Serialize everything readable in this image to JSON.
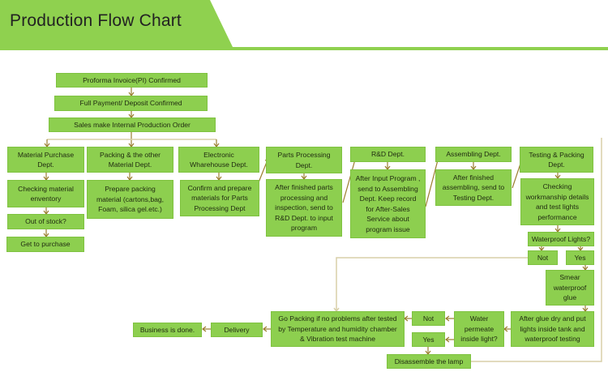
{
  "header": {
    "title": "Production Flow Chart",
    "accent_color": "#8fd14f",
    "connector_color": "#9a7d2e"
  },
  "nodes": [
    {
      "id": "pi_confirmed",
      "text": "Proforma Invoice(PI) Confirmed"
    },
    {
      "id": "payment_confirmed",
      "text": "Full Payment/ Deposit Confirmed"
    },
    {
      "id": "internal_order",
      "text": "Sales make Internal Production Order"
    },
    {
      "id": "material_purchase",
      "text": "Material Purchase\nDept."
    },
    {
      "id": "check_inventory",
      "text": "Checking material\nenventory"
    },
    {
      "id": "out_of_stock",
      "text": "Out of stock?"
    },
    {
      "id": "get_purchase",
      "text": "Get to purchase"
    },
    {
      "id": "packing_material",
      "text": "Packing & the other\nMaterial Dept."
    },
    {
      "id": "prepare_packing",
      "text": "Prepare packing\nmaterial (cartons,bag,\nFoam, silica gel.etc.)"
    },
    {
      "id": "electronic_warehouse",
      "text": "Electronic\nWharehouse Dept."
    },
    {
      "id": "confirm_prepare",
      "text": "Confirm and prepare\nmaterials for Parts\nProcessing Dept"
    },
    {
      "id": "parts_processing",
      "text": "Parts Processing\nDept."
    },
    {
      "id": "after_parts",
      "text": "After finished parts\nprocessing and\ninspection, send to\nR&D Dept. to input\nprogram"
    },
    {
      "id": "rnd",
      "text": "R&D Dept."
    },
    {
      "id": "after_input",
      "text": "After Input Program ,\nsend to Assembling\nDept. Keep record\nfor After-Sales\nService about\nprogram issue"
    },
    {
      "id": "assembling",
      "text": "Assembling Dept."
    },
    {
      "id": "after_assembling",
      "text": "After finished\nassembling, send to\nTesting Dept."
    },
    {
      "id": "testing_packing",
      "text": "Testing & Packing\nDept."
    },
    {
      "id": "checking_workmanship",
      "text": "Checking\nworkmanship details\nand test lights\nperformance"
    },
    {
      "id": "waterproof_q",
      "text": "Waterproof  Lights?"
    },
    {
      "id": "wp_not",
      "text": "Not"
    },
    {
      "id": "wp_yes",
      "text": "Yes"
    },
    {
      "id": "smear_glue",
      "text": "Smear\nwaterproof\nglue"
    },
    {
      "id": "glue_dry",
      "text": "After glue dry and put\nlights inside tank and\nwaterproof testing"
    },
    {
      "id": "water_permeate",
      "text": "Water\npermeate\ninside light?"
    },
    {
      "id": "perm_not",
      "text": "Not"
    },
    {
      "id": "perm_yes",
      "text": "Yes"
    },
    {
      "id": "disassemble",
      "text": "Disassemble the lamp"
    },
    {
      "id": "go_packing",
      "text": "Go Packing if no problems after tested\nby Temperature and humidity chamber\n& Vibration test machine"
    },
    {
      "id": "delivery",
      "text": "Delivery"
    },
    {
      "id": "business_done",
      "text": "Business is done."
    }
  ]
}
